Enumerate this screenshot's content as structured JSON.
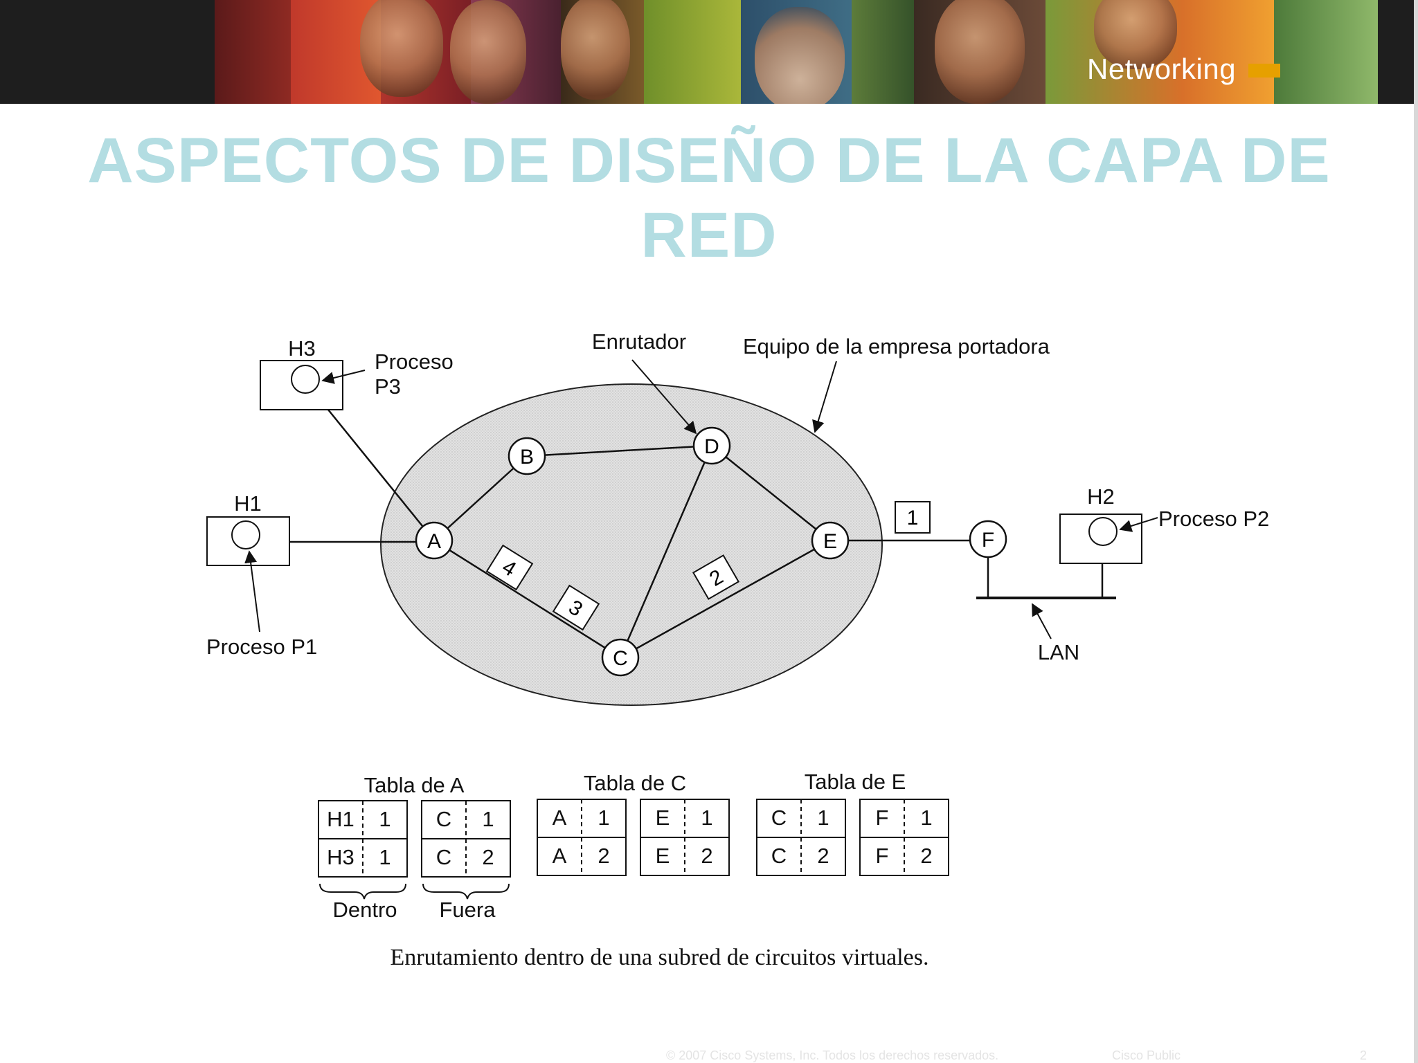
{
  "header": {
    "brand": "Networking"
  },
  "title": "ASPECTOS DE DISEÑO DE LA CAPA DE RED",
  "diagram": {
    "hosts": {
      "h1": "H1",
      "h2": "H2",
      "h3": "H3"
    },
    "routers": [
      "A",
      "B",
      "C",
      "D",
      "E",
      "F"
    ],
    "labels": {
      "proceso_p1": "Proceso P1",
      "proceso_p2": "Proceso P2",
      "proceso_p3_line1": "Proceso",
      "proceso_p3_line2": "P3",
      "enrutador": "Enrutador",
      "equipo": "Equipo de la empresa portadora",
      "lan": "LAN"
    },
    "packets": [
      "1",
      "2",
      "3",
      "4"
    ],
    "tables": [
      {
        "title": "Tabla de A",
        "left": [
          [
            "H1",
            "1"
          ],
          [
            "H3",
            "1"
          ]
        ],
        "right": [
          [
            "C",
            "1"
          ],
          [
            "C",
            "2"
          ]
        ]
      },
      {
        "title": "Tabla de C",
        "left": [
          [
            "A",
            "1"
          ],
          [
            "A",
            "2"
          ]
        ],
        "right": [
          [
            "E",
            "1"
          ],
          [
            "E",
            "2"
          ]
        ]
      },
      {
        "title": "Tabla de E",
        "left": [
          [
            "C",
            "1"
          ],
          [
            "C",
            "2"
          ]
        ],
        "right": [
          [
            "F",
            "1"
          ],
          [
            "F",
            "2"
          ]
        ]
      }
    ],
    "braces": {
      "dentro": "Dentro",
      "fuera": "Fuera"
    }
  },
  "caption": "Enrutamiento dentro de una subred de circuitos virtuales.",
  "footer": {
    "copyright": "© 2007 Cisco Systems, Inc. Todos los derechos reservados.",
    "classification": "Cisco Public",
    "page": "2"
  }
}
